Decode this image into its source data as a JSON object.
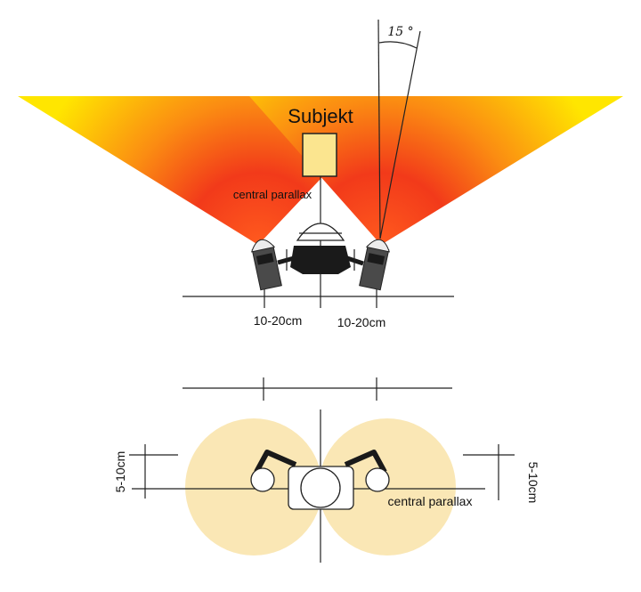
{
  "labels": {
    "subject": "Subjekt",
    "angle": "15 °",
    "central_parallax_top": "central parallax",
    "distance_left": "10-20cm",
    "distance_right": "10-20cm",
    "height_left": "5-10cm",
    "height_right": "5-10cm",
    "central_parallax_bottom": "central parallax"
  },
  "colors": {
    "cone_inner": "#f23a1a",
    "cone_mid": "#fb8c12",
    "cone_outer": "#ffe600",
    "subject_fill": "#fbe58f",
    "circle_fill": "#fae7b5",
    "device_dark": "#1a1a1a",
    "camera_body": "#4a4a4a"
  }
}
